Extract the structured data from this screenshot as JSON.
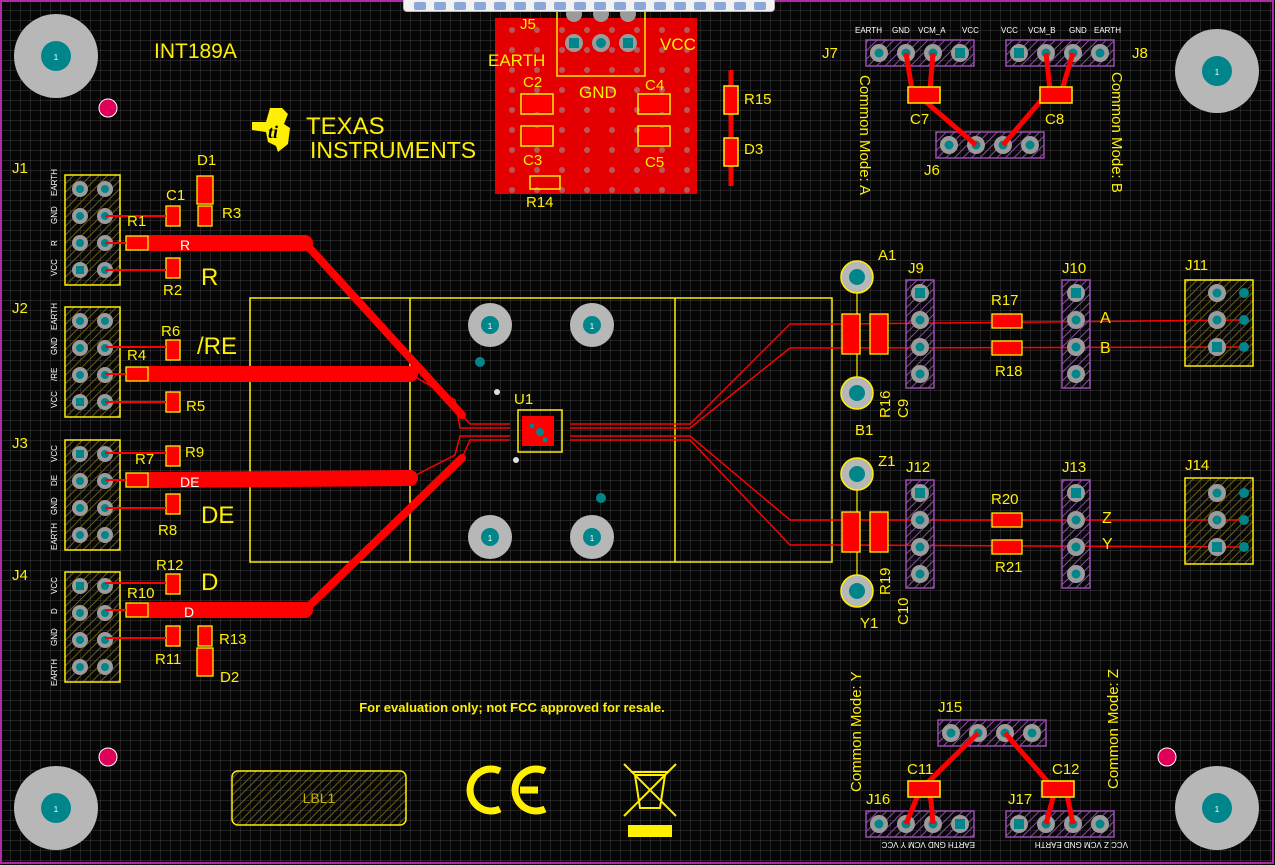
{
  "board": {
    "title": "INT189A",
    "brand_line1": "TEXAS",
    "brand_line2": "INSTRUMENTS",
    "disclaimer": "For evaluation only; not FCC approved for resale.",
    "label_box": "LBL1",
    "ce_mark": "CE",
    "mount_hole_label": "1"
  },
  "designators": {
    "J1": "J1",
    "J2": "J2",
    "J3": "J3",
    "J4": "J4",
    "J5": "J5",
    "J6": "J6",
    "J7": "J7",
    "J8": "J8",
    "J9": "J9",
    "J10": "J10",
    "J11": "J11",
    "J12": "J12",
    "J13": "J13",
    "J14": "J14",
    "J15": "J15",
    "J16": "J16",
    "J17": "J17",
    "R1": "R1",
    "R2": "R2",
    "R3": "R3",
    "R4": "R4",
    "R5": "R5",
    "R6": "R6",
    "R7": "R7",
    "R8": "R8",
    "R9": "R9",
    "R10": "R10",
    "R11": "R11",
    "R12": "R12",
    "R13": "R13",
    "R14": "R14",
    "R15": "R15",
    "R16": "R16",
    "R17": "R17",
    "R18": "R18",
    "R19": "R19",
    "R20": "R20",
    "R21": "R21",
    "C1": "C1",
    "C2": "C2",
    "C3": "C3",
    "C4": "C4",
    "C5": "C5",
    "C7": "C7",
    "C8": "C8",
    "C9": "C9",
    "C10": "C10",
    "C11": "C11",
    "C12": "C12",
    "D1": "D1",
    "D2": "D2",
    "D3": "D3",
    "U1": "U1",
    "A1": "A1",
    "B1": "B1",
    "Z1": "Z1",
    "Y1": "Y1"
  },
  "net_labels": {
    "R": "R",
    "RE": "/RE",
    "DE": "DE",
    "D": "D",
    "EARTH": "EARTH",
    "GND": "GND",
    "VCC": "VCC",
    "A": "A",
    "B": "B",
    "Z": "Z",
    "Y": "Y",
    "pad_R": "R",
    "pad_DE": "DE",
    "pad_D": "D"
  },
  "common_mode": {
    "A": "Common Mode: A",
    "B": "Common Mode: B",
    "Y": "Common Mode: Y",
    "Z": "Common Mode: Z"
  },
  "pin_labels": {
    "j1": [
      "EARTH",
      "GND",
      "R",
      "VCC"
    ],
    "j2": [
      "EARTH",
      "GND",
      "/RE",
      "VCC"
    ],
    "j3": [
      "VCC",
      "DE",
      "GND",
      "EARTH"
    ],
    "j4": [
      "VCC",
      "D",
      "GND",
      "EARTH"
    ],
    "j7": [
      "EARTH",
      "GND",
      "VCM_A",
      "VCC"
    ],
    "j8": [
      "VCC",
      "VCM_B",
      "GND",
      "EARTH"
    ],
    "j16": "EARTH  GND  VCM  Y  VCC",
    "j17": "VCC  Z  VCM  GND  EARTH"
  },
  "colors": {
    "copper": "#ff0000",
    "silkscreen": "#ffef00",
    "pad": "#a8a8a8",
    "via": "#00868a",
    "keepout": "#9a4cb0",
    "marker": "#e0005a"
  }
}
